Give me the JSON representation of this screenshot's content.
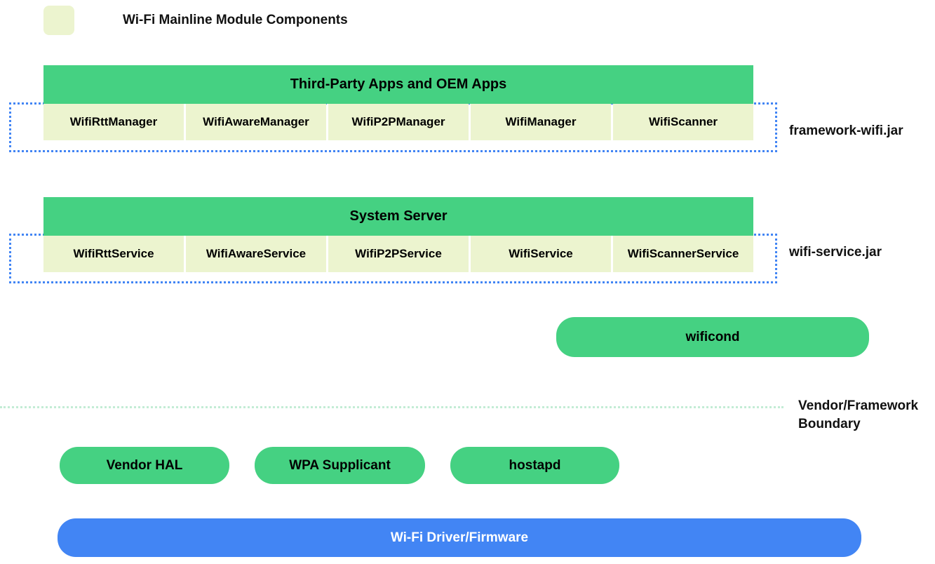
{
  "legend": {
    "swatch_color": "#ecf4cf",
    "label": "Wi-Fi Mainline Module Components"
  },
  "colors": {
    "mainline_module": "#ecf4cf",
    "framework_green": "#45d182",
    "driver_blue": "#4285f4",
    "jar_box_border": "#4285f4",
    "boundary_line": "#c3ecd5"
  },
  "layers": [
    {
      "header": "Third-Party Apps and OEM Apps",
      "cells": [
        "WifiRttManager",
        "WifiAwareManager",
        "WifiP2PManager",
        "WifiManager",
        "WifiScanner"
      ],
      "jar_label": "framework-wifi.jar"
    },
    {
      "header": "System Server",
      "cells": [
        "WifiRttService",
        "WifiAwareService",
        "WifiP2PService",
        "WifiService",
        "WifiScannerService"
      ],
      "jar_label": "wifi-service.jar"
    }
  ],
  "wificond": {
    "label": "wificond"
  },
  "boundary": {
    "label": "Vendor/Framework Boundary"
  },
  "vendor_pills": [
    {
      "label": "Vendor HAL"
    },
    {
      "label": "WPA Supplicant"
    },
    {
      "label": "hostapd"
    }
  ],
  "driver": {
    "label": "Wi-Fi Driver/Firmware"
  }
}
